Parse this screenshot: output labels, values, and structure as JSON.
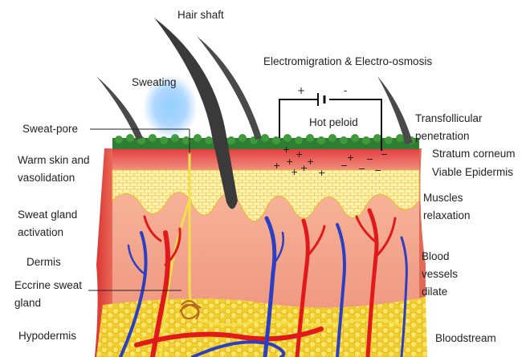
{
  "labels": {
    "hair_shaft": "Hair shaft",
    "electro": "Electromigration & Electro-osmosis",
    "sweating": "Sweating",
    "plus_sign": "+",
    "minus_sign": "-",
    "hot_peloid": "Hot peloid",
    "transfollicular": "Transfollicular penetration",
    "sweat_pore": "Sweat-pore",
    "warm_skin": "Warm skin and vasolidation",
    "stratum_corneum": "Stratum corneum",
    "viable_epidermis": "Viable Epidermis",
    "muscles_relaxation": "Muscles relaxation",
    "sweat_gland_activation": "Sweat gland activation",
    "dermis": "Dermis",
    "blood_vessels_dilate": "Blood vessels dilate",
    "eccrine": "Eccrine sweat gland",
    "hypodermis": "Hypodermis",
    "bloodstream": "Bloodstream"
  },
  "colors": {
    "surface_green": "#2e7d32",
    "epidermis_red": "#e0333a",
    "papillary_yellow": "#fff0a0",
    "dermis_pink": "#f2a088",
    "hypodermis_yellow": "#f4d23a",
    "artery": "#e0191b",
    "vein": "#2a3fc4",
    "nerve": "#f2e04a",
    "hair": "#3a3a3a",
    "sweat_glow": "#6fb8ff"
  }
}
